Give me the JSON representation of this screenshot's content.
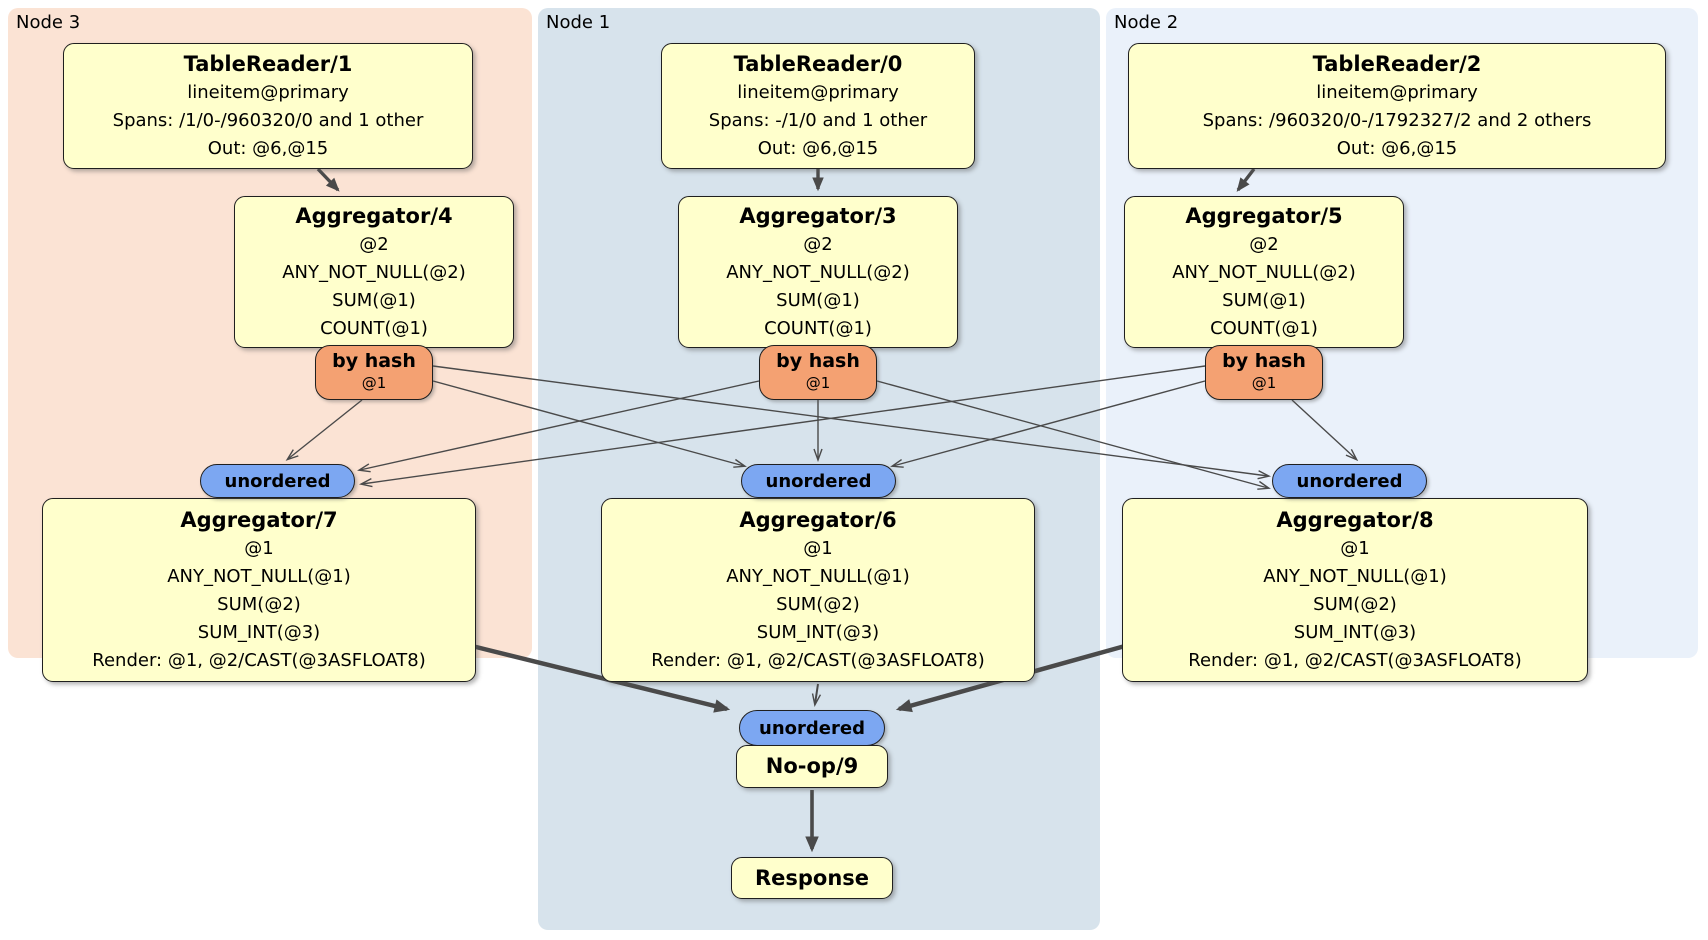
{
  "diagram": {
    "regions": [
      {
        "id": "node3",
        "label": "Node 3"
      },
      {
        "id": "node1",
        "label": "Node 1"
      },
      {
        "id": "node2",
        "label": "Node 2"
      }
    ],
    "router": {
      "label": "by hash",
      "key": "@1"
    },
    "sync_label": "unordered",
    "processors": {
      "tablereader1": {
        "title": "TableReader/1",
        "lines": [
          "lineitem@primary",
          "Spans: /1/0-/960320/0 and 1 other",
          "Out: @6,@15"
        ]
      },
      "tablereader0": {
        "title": "TableReader/0",
        "lines": [
          "lineitem@primary",
          "Spans: -/1/0 and 1 other",
          "Out: @6,@15"
        ]
      },
      "tablereader2": {
        "title": "TableReader/2",
        "lines": [
          "lineitem@primary",
          "Spans: /960320/0-/1792327/2 and 2 others",
          "Out: @6,@15"
        ]
      },
      "aggregator4": {
        "title": "Aggregator/4",
        "lines": [
          "@2",
          "ANY_NOT_NULL(@2)",
          "SUM(@1)",
          "COUNT(@1)"
        ]
      },
      "aggregator3": {
        "title": "Aggregator/3",
        "lines": [
          "@2",
          "ANY_NOT_NULL(@2)",
          "SUM(@1)",
          "COUNT(@1)"
        ]
      },
      "aggregator5": {
        "title": "Aggregator/5",
        "lines": [
          "@2",
          "ANY_NOT_NULL(@2)",
          "SUM(@1)",
          "COUNT(@1)"
        ]
      },
      "aggregator7": {
        "title": "Aggregator/7",
        "lines": [
          "@1",
          "ANY_NOT_NULL(@1)",
          "SUM(@2)",
          "SUM_INT(@3)",
          "Render: @1, @2/CAST(@3ASFLOAT8)"
        ]
      },
      "aggregator6": {
        "title": "Aggregator/6",
        "lines": [
          "@1",
          "ANY_NOT_NULL(@1)",
          "SUM(@2)",
          "SUM_INT(@3)",
          "Render: @1, @2/CAST(@3ASFLOAT8)"
        ]
      },
      "aggregator8": {
        "title": "Aggregator/8",
        "lines": [
          "@1",
          "ANY_NOT_NULL(@1)",
          "SUM(@2)",
          "SUM_INT(@3)",
          "Render: @1, @2/CAST(@3ASFLOAT8)"
        ]
      },
      "noop9": {
        "title": "No-op/9"
      },
      "response": {
        "title": "Response"
      }
    },
    "colors": {
      "node3_bg": "#fbe3d4",
      "node1_bg": "#d7e3ec",
      "node2_bg": "#eaf1fa",
      "box_bg": "#ffffcc",
      "router_bg": "#f4a172",
      "sync_bg": "#7ca7f2",
      "edge": "#4a4a4a"
    }
  }
}
